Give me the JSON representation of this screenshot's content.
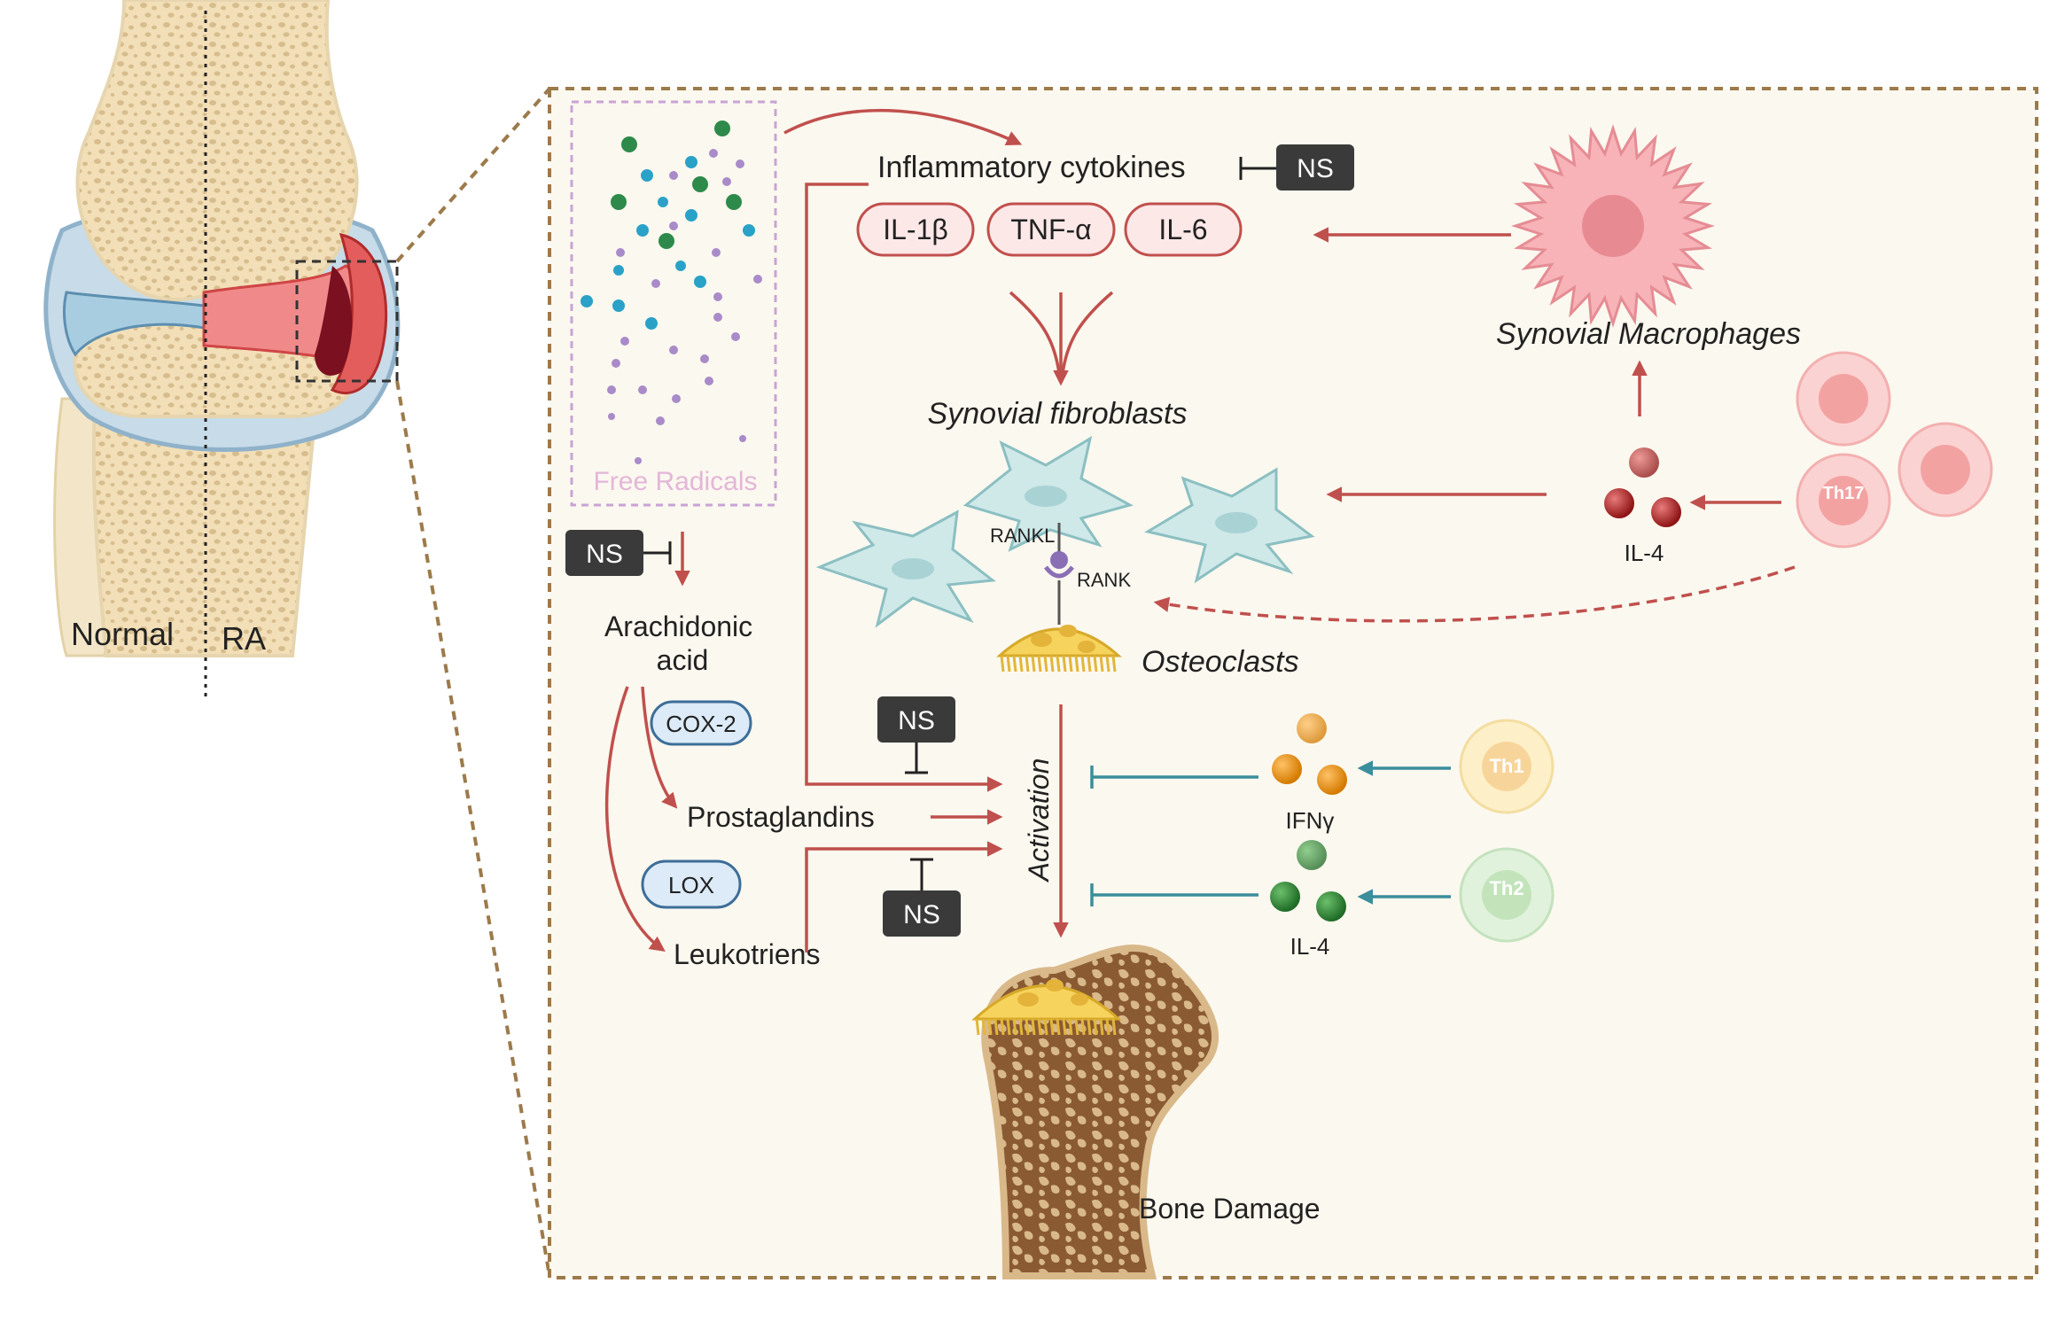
{
  "knee": {
    "normal_label": "Normal",
    "ra_label": "RA"
  },
  "free_radicals": {
    "label": "Free Radicals"
  },
  "cytokines": {
    "title": "Inflammatory cytokines",
    "items": [
      "IL-1β",
      "TNF-α",
      "IL-6"
    ]
  },
  "inhibitor_label": "NS",
  "synovial_macrophages_label": "Synovial Macrophages",
  "synovial_fibroblasts_label": "Synovial fibroblasts",
  "rankl_label": "RANKL",
  "rank_label": "RANK",
  "osteoclasts_label": "Osteoclasts",
  "arachidonic_acid_label": "Arachidonic\nacid",
  "enzymes": {
    "cox2": "COX-2",
    "lox": "LOX"
  },
  "prostaglandins_label": "Prostaglandins",
  "leukotriens_label": "Leukotriens",
  "activation_label": "Activation",
  "bone_damage_label": "Bone Damage",
  "cells": {
    "th17": "Th17",
    "th1": "Th1",
    "th2": "Th2"
  },
  "mediators": {
    "il4_upper": "IL-4",
    "ifng": "IFNγ",
    "il4_lower": "IL-4"
  },
  "colors": {
    "arrow_red": "#c0504d",
    "arrow_teal": "#2e8b8b",
    "frame_brown": "#9c7a4a",
    "panel_bg": "#fbf8ef",
    "inhibitor_box": "#3a3a3a",
    "cytokine_fill": "#fde8e8",
    "cytokine_stroke": "#c0504d",
    "enzyme_fill": "#dcebf7",
    "enzyme_stroke": "#3d6e99"
  }
}
